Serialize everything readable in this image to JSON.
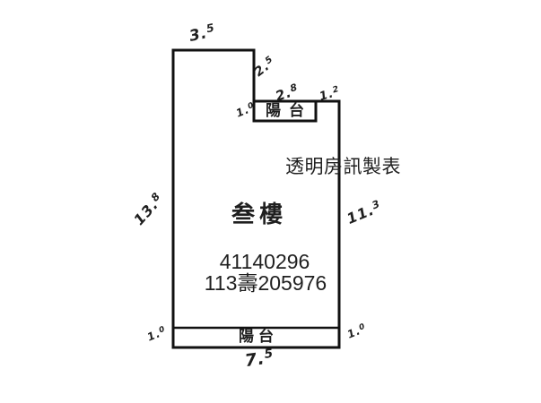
{
  "watermark": "透明房訊製表",
  "room": {
    "floor_label": "叁樓",
    "case_number": "41140296",
    "case_ref": "113壽205976"
  },
  "balcony_top": {
    "label": "陽台"
  },
  "balcony_bottom": {
    "label": "陽台"
  },
  "dims": {
    "top_width": {
      "main": "3.",
      "sup": "5"
    },
    "notch_depth": {
      "main": "2.",
      "sup": "5"
    },
    "top_balcony_width": {
      "main": "2.",
      "sup": "8"
    },
    "top_right_width": {
      "main": "1.",
      "sup": "2"
    },
    "top_balcony_depth": {
      "main": "1.",
      "sup": "0"
    },
    "left_height": {
      "main": "13.",
      "sup": "8"
    },
    "right_height": {
      "main": "11.",
      "sup": "3"
    },
    "bottom_balcony_depth_left": {
      "main": "1.",
      "sup": "0"
    },
    "bottom_balcony_depth_right": {
      "main": "1.",
      "sup": "0"
    },
    "bottom_width": {
      "main": "7.",
      "sup": "5"
    }
  },
  "colors": {
    "wall": "#111111",
    "ink": "#1f1f1f",
    "background": "#ffffff"
  }
}
